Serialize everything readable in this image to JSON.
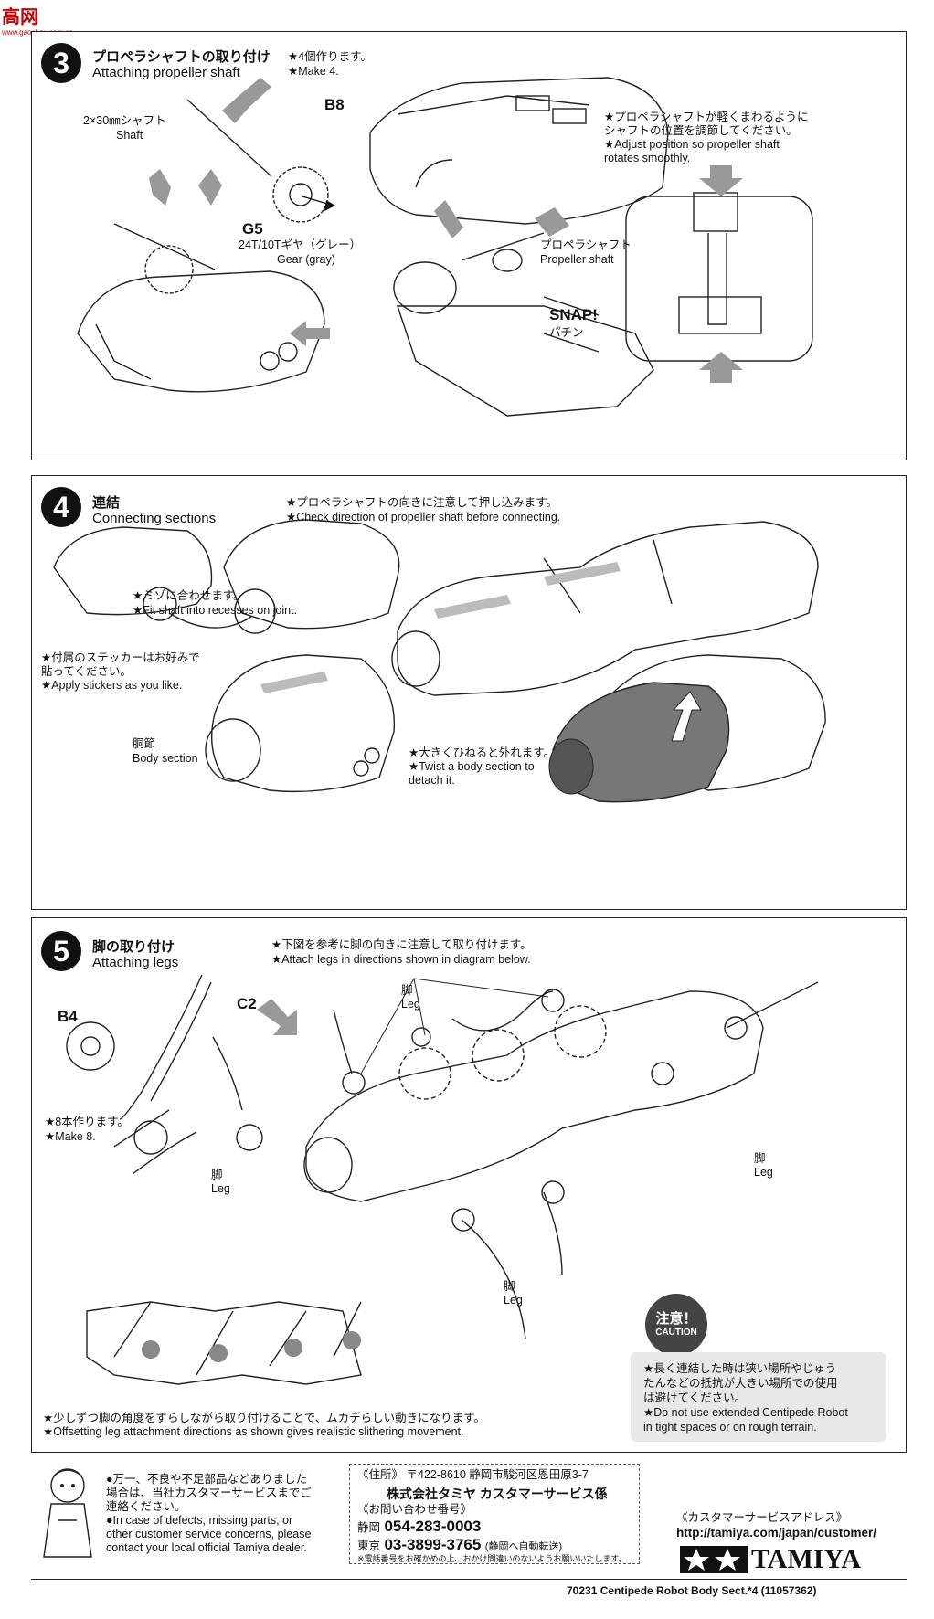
{
  "watermark": {
    "brand": "高网",
    "url": "www.gaoshou.com.cn"
  },
  "step3": {
    "number": "3",
    "title_jp": "プロペラシャフトの取り付け",
    "title_en": "Attaching propeller shaft",
    "make_jp": "★4個作ります。",
    "make_en": "★Make 4.",
    "shaft_jp": "2×30㎜シャフト",
    "shaft_en": "Shaft",
    "g5": "G5",
    "gear_jp": "24T/10Tギヤ（グレー）",
    "gear_en": "Gear (gray)",
    "b8": "B8",
    "prop_jp": "プロペラシャフト",
    "prop_en": "Propeller shaft",
    "snap_en": "SNAP!",
    "snap_jp": "パチン",
    "adjust_jp1": "★プロペラシャフトが軽くまわるように",
    "adjust_jp2": "シャフトの位置を調節してください。",
    "adjust_en1": "★Adjust position so propeller shaft",
    "adjust_en2": "rotates smoothly."
  },
  "step4": {
    "number": "4",
    "title_jp": "連結",
    "title_en": "Connecting sections",
    "check_jp": "★プロペラシャフトの向きに注意して押し込みます。",
    "check_en": "★Check direction of propeller shaft before connecting.",
    "fit_jp": "★ミゾに合わせます。",
    "fit_en": "★Fit shaft into recesses on joint.",
    "stk_jp1": "★付属のステッカーはお好みで",
    "stk_jp2": "貼ってください。",
    "stk_en": "★Apply stickers as you like.",
    "body_jp": "胴節",
    "body_en": "Body section",
    "twist_jp": "★大きくひねると外れます。",
    "twist_en1": "★Twist a body section to",
    "twist_en2": "detach it."
  },
  "step5": {
    "number": "5",
    "title_jp": "脚の取り付け",
    "title_en": "Attaching legs",
    "ref_jp": "★下図を参考に脚の向きに注意して取り付けます。",
    "ref_en": "★Attach legs in directions shown in diagram below.",
    "b4": "B4",
    "c2": "C2",
    "make_jp": "★8本作ります。",
    "make_en": "★Make 8.",
    "leg_jp": "脚",
    "leg_en": "Leg",
    "offset_jp": "★少しずつ脚の角度をずらしながら取り付けることで、ムカデらしい動きになります。",
    "offset_en": "★Offsetting leg attachment directions as shown gives realistic slithering movement.",
    "caution_badge_jp": "注意！",
    "caution_badge_en": "CAUTION",
    "caution_jp1": "★長く連結した時は狭い場所やじゅう",
    "caution_jp2": "たんなどの抵抗が大きい場所での使用",
    "caution_jp3": "は避けてください。",
    "caution_en1": "★Do not use extended Centipede Robot",
    "caution_en2": "in tight spaces or on rough terrain."
  },
  "footer": {
    "defect_jp1": "●万一、不良や不足部品などありました",
    "defect_jp2": "場合は、当社カスタマーサービスまでご",
    "defect_jp3": "連絡ください。",
    "defect_en1": "●In case of defects, missing parts, or",
    "defect_en2": "other customer service concerns, please",
    "defect_en3": "contact your local official Tamiya dealer.",
    "addr_label": "《住所》",
    "addr": "〒422-8610 静岡市駿河区恩田原3-7",
    "company": "株式会社タミヤ カスタマーサービス係",
    "inq_label": "《お問い合わせ番号》",
    "shizuoka_label": "静岡",
    "shizuoka_tel": "054-283-0003",
    "tokyo_label": "東京",
    "tokyo_tel": "03-3899-3765",
    "tokyo_note": "(静岡へ自動転送)",
    "tel_note": "※電話番号をお確かめの上、おかけ間違いのないようお願いいたします。",
    "cs_label": "《カスタマーサービスアドレス》",
    "cs_url": "http://tamiya.com/japan/customer/",
    "brand": "TAMIYA",
    "item_code": "70231  Centipede Robot Body Sect.*4  (11057362)"
  }
}
